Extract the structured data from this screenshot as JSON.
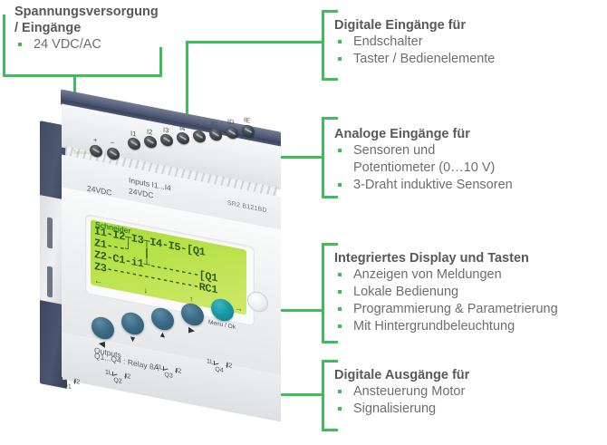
{
  "theme": {
    "accent_green": "#3fbc5c",
    "title_color": "#58595b",
    "body_color": "#6d6e71",
    "lcd_green": "#b9e24a",
    "device_dark": "#4b5571",
    "button_blue": "#3d6c87",
    "button_teal": "#189aa6"
  },
  "callouts": {
    "power": {
      "title_line1": "Spannungsversorgung",
      "title_line2": "/ Eingänge",
      "items": [
        "24 VDC/AC"
      ]
    },
    "digital_inputs": {
      "title": "Digitale Eingänge für",
      "items": [
        "Endschalter",
        "Taster / Bedienelemente"
      ]
    },
    "analog_inputs": {
      "title": "Analoge Eingänge für",
      "items": [
        "Sensoren und",
        "Potentiometer (0…10 V)",
        "3-Draht induktive Sensoren"
      ],
      "item_groups": [
        {
          "lines": [
            "Sensoren und",
            "Potentiometer (0…10 V)"
          ]
        },
        {
          "lines": [
            "3-Draht induktive Sensoren"
          ]
        }
      ]
    },
    "display": {
      "title": "Integriertes Display und Tasten",
      "items": [
        "Anzeigen von Meldungen",
        "Lokale Bedienung",
        "Programmierung & Parametrierung",
        "Mit Hintergrundbeleuchtung"
      ]
    },
    "digital_outputs": {
      "title": "Digitale Ausgänge für",
      "items": [
        "Ansteuerung Motor",
        "Signalisierung"
      ]
    }
  },
  "device": {
    "brand": "Schneider",
    "model": "SR2 B121BD",
    "power_terminals": [
      "+",
      "−"
    ],
    "input_terminals": [
      "I1",
      "I2",
      "I3",
      "I4",
      "IB",
      "IC",
      "ID",
      "IE"
    ],
    "silk_power": "24VDC",
    "silk_inputs_line1": "Inputs I1...I4",
    "silk_inputs_line2": "24VDC",
    "silk_outputs_line1": "Outputs",
    "silk_outputs_line2": "Q1...Q4 : Relay 8A",
    "output_terminals": [
      {
        "left": "1L",
        "right": "J2",
        "name": "Q1"
      },
      {
        "left": "1L",
        "right": "J2",
        "name": "Q2"
      },
      {
        "left": "1L",
        "right": "J2",
        "name": "Q3"
      },
      {
        "left": "1L",
        "right": "J2",
        "name": "Q4"
      }
    ],
    "lcd_lines": [
      "I1-I2┬I3┬I4-I5-[Q1",
      "Z1---┘  |",
      "Z2-C1-i1┴--------[Q1",
      "Z3---------------RC1"
    ],
    "lcd_arrows": [
      "←",
      "↓",
      "↑",
      "→"
    ],
    "buttons": [
      {
        "glyph": "◀",
        "name": "left"
      },
      {
        "glyph": "▼",
        "name": "down"
      },
      {
        "glyph": "▲",
        "name": "up"
      },
      {
        "glyph": "▶",
        "name": "right"
      },
      {
        "glyph": "",
        "name": "menu-ok"
      }
    ],
    "menu_button_label": "Menu / Ok"
  }
}
